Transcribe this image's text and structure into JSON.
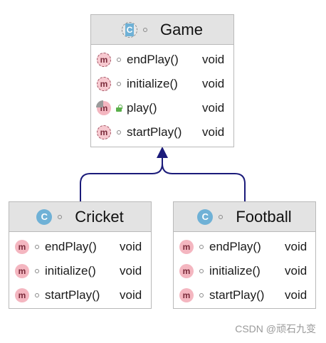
{
  "classes": {
    "game": {
      "name": "Game",
      "icon": "abstract-class-icon",
      "icon_glyph": "C",
      "methods": [
        {
          "icon": "m",
          "name": "endPlay()",
          "type": "void"
        },
        {
          "icon": "m",
          "name": "initialize()",
          "type": "void"
        },
        {
          "icon": "m",
          "name": "play()",
          "type": "void"
        },
        {
          "icon": "m",
          "name": "startPlay()",
          "type": "void"
        }
      ]
    },
    "cricket": {
      "name": "Cricket",
      "icon": "class-icon",
      "icon_glyph": "C",
      "methods": [
        {
          "icon": "m",
          "name": "endPlay()",
          "type": "void"
        },
        {
          "icon": "m",
          "name": "initialize()",
          "type": "void"
        },
        {
          "icon": "m",
          "name": "startPlay()",
          "type": "void"
        }
      ]
    },
    "football": {
      "name": "Football",
      "icon": "class-icon",
      "icon_glyph": "C",
      "methods": [
        {
          "icon": "m",
          "name": "endPlay()",
          "type": "void"
        },
        {
          "icon": "m",
          "name": "initialize()",
          "type": "void"
        },
        {
          "icon": "m",
          "name": "startPlay()",
          "type": "void"
        }
      ]
    }
  },
  "relations": [
    {
      "from": "Cricket",
      "to": "Game",
      "type": "inheritance"
    },
    {
      "from": "Football",
      "to": "Game",
      "type": "inheritance"
    }
  ],
  "colors": {
    "header_bg": "#e3e3e3",
    "border": "#b9b9b9",
    "method_icon": "#f4b6c0",
    "class_icon": "#6fb1d6",
    "arrow": "#1b1b7a"
  },
  "watermark": "CSDN @顽石九变"
}
